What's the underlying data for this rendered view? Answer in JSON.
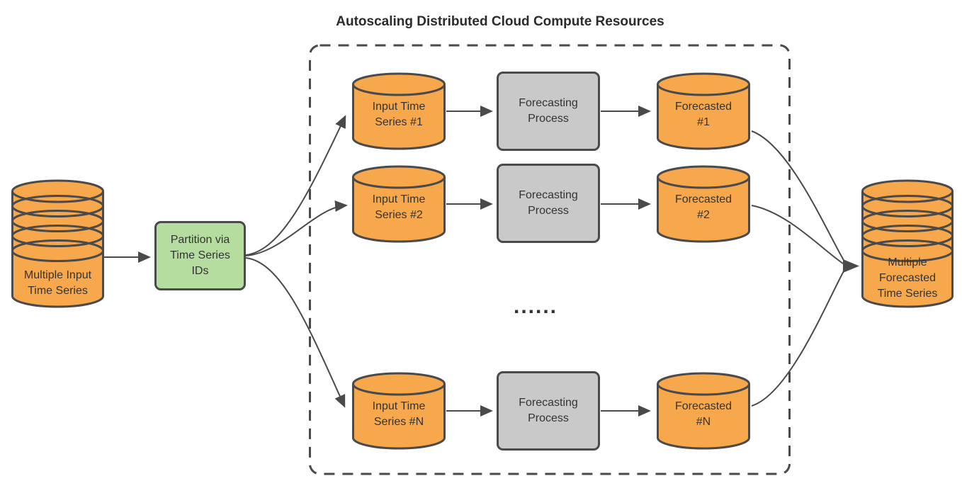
{
  "diagram": {
    "title": "Autoscaling Distributed Cloud Compute Resources",
    "ellipsis": "......",
    "source": {
      "label": "Multiple Input\nTime Series"
    },
    "partition": {
      "label": "Partition via\nTime Series\nIDs"
    },
    "rows": [
      {
        "input": "Input Time\nSeries #1",
        "process": "Forecasting\nProcess",
        "output": "Forecasted\n#1"
      },
      {
        "input": "Input Time\nSeries #2",
        "process": "Forecasting\nProcess",
        "output": "Forecasted\n#2"
      },
      {
        "input": "Input Time\nSeries #N",
        "process": "Forecasting\nProcess",
        "output": "Forecasted\n#N"
      }
    ],
    "sink": {
      "label": "Multiple\nForecasted\nTime Series"
    },
    "colors": {
      "cylinder_fill": "#F7A84C",
      "process_fill": "#C9C9C9",
      "partition_fill": "#B6DDA0",
      "stroke": "#4A4A4A",
      "text": "#333333",
      "background": "#FFFFFF"
    }
  }
}
